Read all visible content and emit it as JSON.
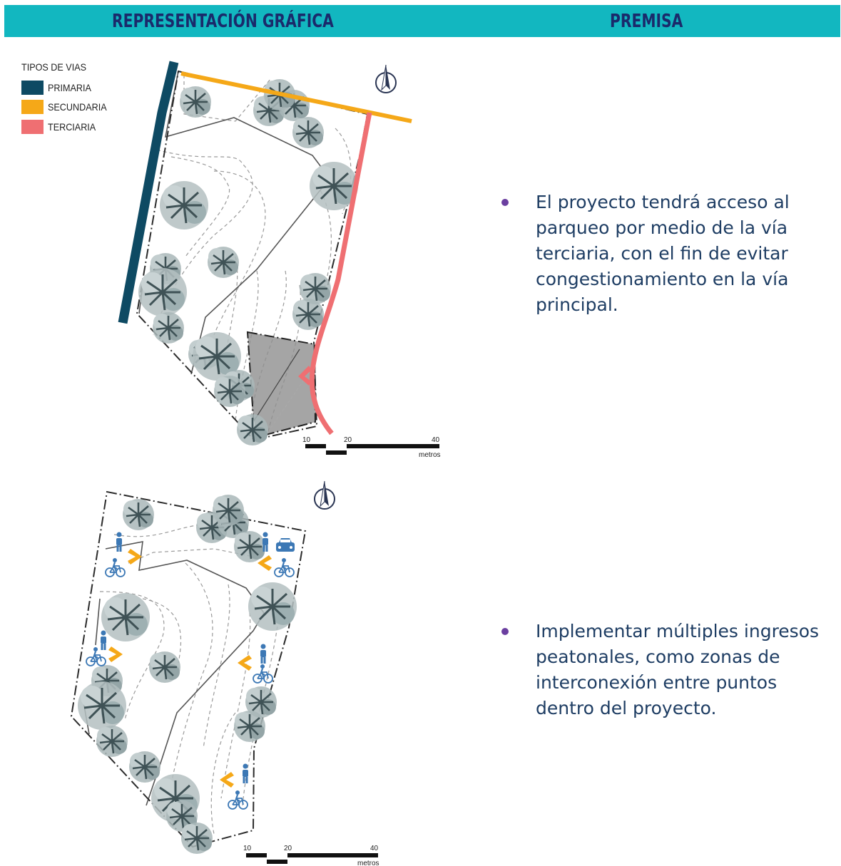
{
  "header": {
    "left_title": "REPRESENTACIÓN GRÁFICA",
    "right_title": "PREMISA",
    "bar_color": "#12b7c0",
    "text_color": "#1a2a6b"
  },
  "legend": {
    "title": "TIPOS DE VIAS",
    "items": [
      {
        "label": "PRIMARIA",
        "color": "#0e4a63"
      },
      {
        "label": "SECUNDARIA",
        "color": "#f5a818"
      },
      {
        "label": "TERCIARIA",
        "color": "#ef6f72"
      }
    ]
  },
  "scale_bars": [
    {
      "tick_10": "10",
      "tick_20": "20",
      "tick_40": "40",
      "unit": "metros"
    },
    {
      "tick_10": "10",
      "tick_20": "20",
      "tick_40": "40",
      "unit": "metros"
    }
  ],
  "premises": [
    {
      "text": "El proyecto tendrá acceso al parqueo por medio de la vía terciaria, con el fin de evitar congestionamiento en la vía principal."
    },
    {
      "text": "Implementar múltiples ingresos peatonales, como zonas de interconexión entre puntos dentro del proyecto."
    }
  ],
  "icons": [
    "compass-icon",
    "tree-icon",
    "pedestrian-icon",
    "bicycle-icon",
    "car-icon",
    "entry-arrow-icon"
  ]
}
